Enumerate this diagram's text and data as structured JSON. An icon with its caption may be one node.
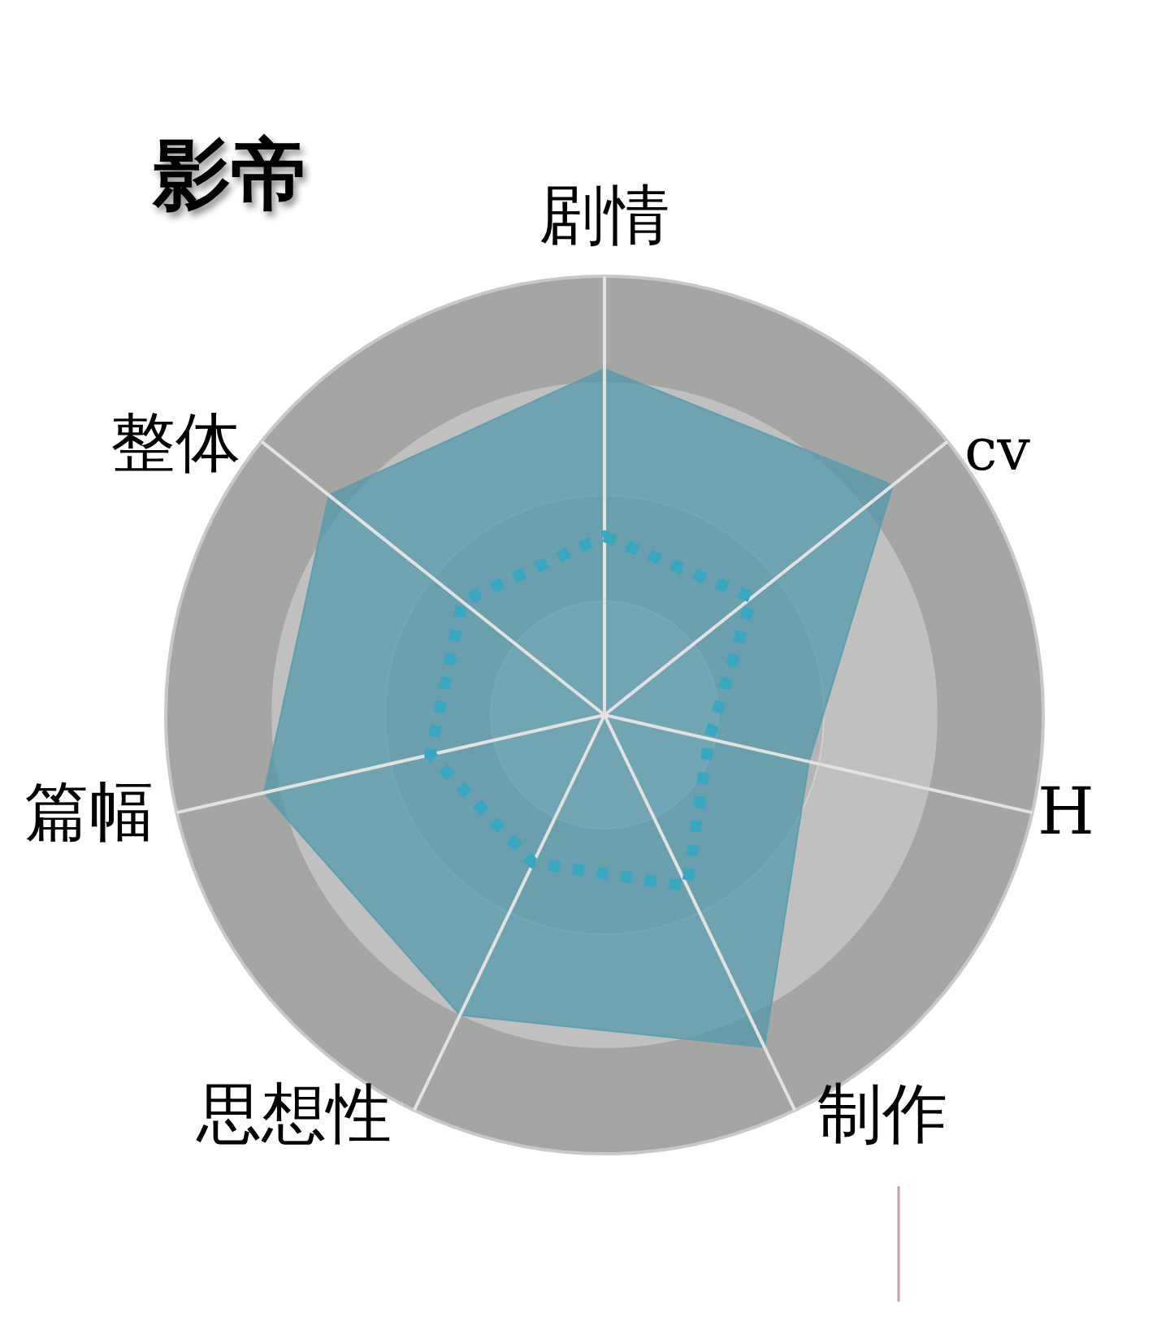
{
  "diagram": {
    "title": "影帝",
    "labels": [
      "剧情",
      "整体",
      "cv",
      "篇幅",
      "H",
      "思想性",
      "制作"
    ]
  }
}
